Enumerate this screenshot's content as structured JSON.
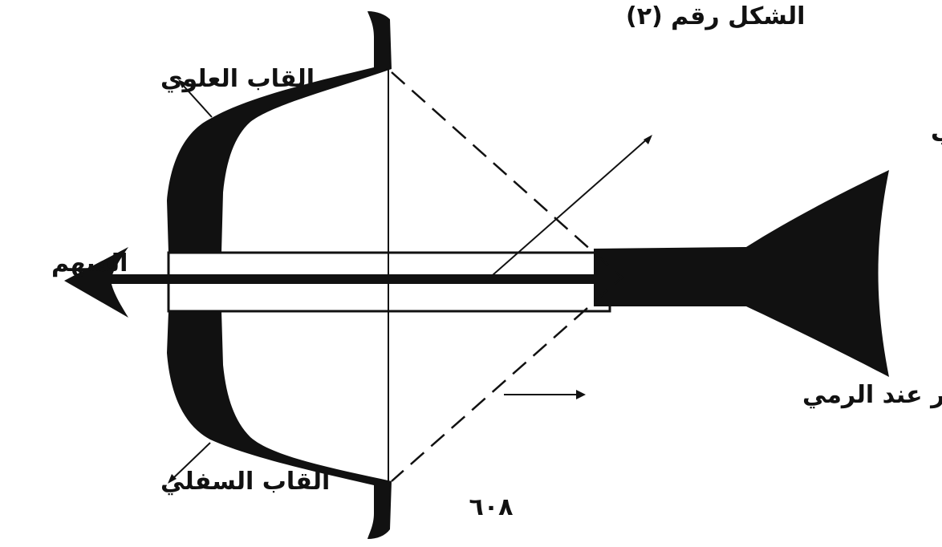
{
  "figure": {
    "title": "الشكل رقم (٢)",
    "page_number": "٦٠٨",
    "labels": {
      "upper_limb": "القاب العلوي",
      "lower_limb": "القاب السفلي",
      "arrow": "السهم",
      "arrow_groove": "مجرى السهم في الخشب",
      "string_on_release": "الوتر عند الرمي"
    },
    "colors": {
      "ink": "#111111",
      "paper": "#ffffff"
    }
  }
}
